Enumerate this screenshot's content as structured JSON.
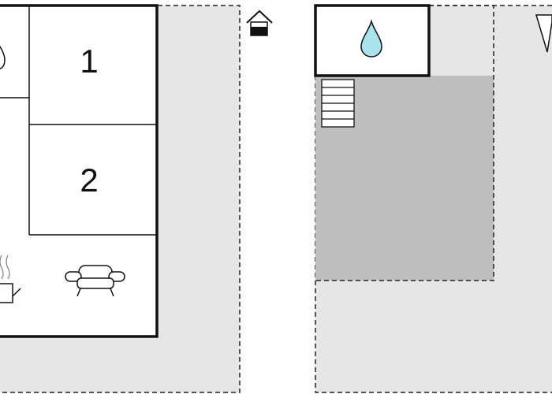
{
  "floorplan": {
    "rooms": [
      {
        "id": "bedroom-1",
        "label": "1"
      },
      {
        "id": "bedroom-2",
        "label": "2"
      }
    ],
    "icons": {
      "entrance": "house-entrance-icon",
      "pool": "water-drop-icon",
      "sofa": "armchair-icon",
      "kitchen": "coffee-cup-icon",
      "bathroom": "drop-icon",
      "stairs": "stairs-icon",
      "compass": "north-arrow-icon"
    },
    "colors": {
      "outdoor_area": "#e6e6e6",
      "pool_area": "#bebebe",
      "water": "#a9e3ee",
      "walls": "#111111",
      "dashed": "#222222"
    }
  }
}
